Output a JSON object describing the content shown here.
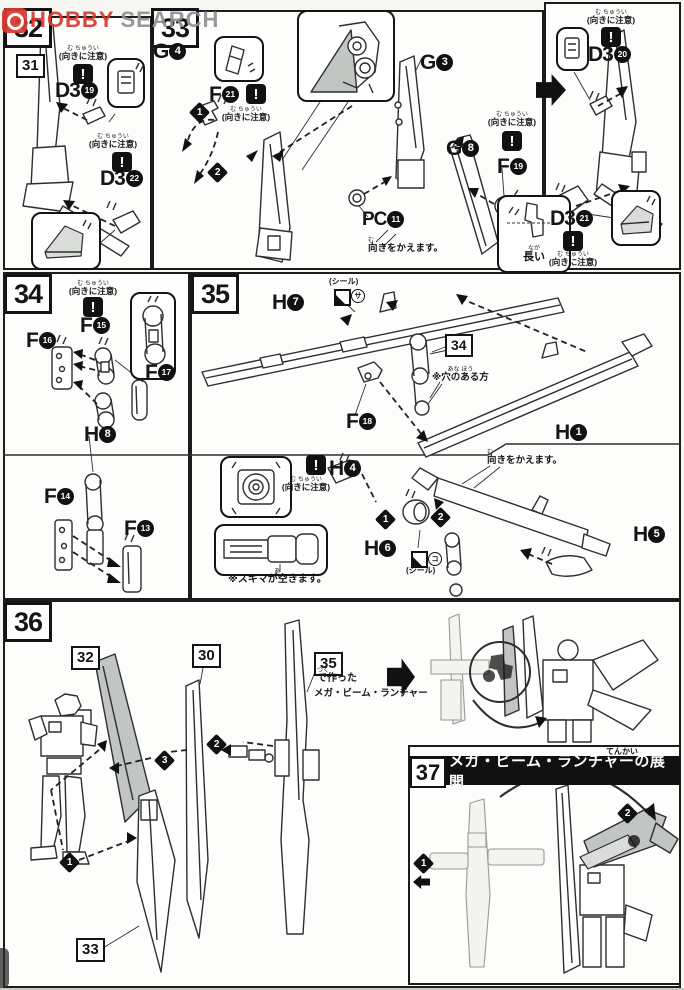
{
  "common": {
    "warn": "!",
    "caution": "(向きに注意)",
    "caution_furigana": "む ちゅうい",
    "seal": "(シール)",
    "reorient": "向きをかえます。",
    "reorient_furigana": "む"
  },
  "watermark": {
    "hobby": "HOBBY",
    "search": "SEARCH"
  },
  "s32": {
    "number": "32",
    "ref31": "31",
    "d3_19": {
      "part": "D3",
      "num": "19"
    },
    "d3_22": {
      "part": "D3",
      "num": "22"
    }
  },
  "s33": {
    "number": "33",
    "g4": {
      "part": "G",
      "num": "4"
    },
    "f21": {
      "part": "F",
      "num": "21"
    },
    "g3": {
      "part": "G",
      "num": "3"
    },
    "g8": {
      "part": "G",
      "num": "8"
    },
    "f19": {
      "part": "F",
      "num": "19"
    },
    "pc11": {
      "part": "PC",
      "num": "11"
    },
    "long": "長い",
    "long_furigana": "なが",
    "step1": "1",
    "step2": "2"
  },
  "s33r": {
    "d3_20": {
      "part": "D3",
      "num": "20"
    },
    "d3_21": {
      "part": "D3",
      "num": "21"
    }
  },
  "s34": {
    "number": "34",
    "f15": {
      "part": "F",
      "num": "15"
    },
    "f16": {
      "part": "F",
      "num": "16"
    },
    "f17": {
      "part": "F",
      "num": "17"
    },
    "h8": {
      "part": "H",
      "num": "8"
    },
    "f14": {
      "part": "F",
      "num": "14"
    },
    "f13": {
      "part": "F",
      "num": "13"
    }
  },
  "s35": {
    "number": "35",
    "ref34": "34",
    "h7": {
      "part": "H",
      "num": "7"
    },
    "f18": {
      "part": "F",
      "num": "18"
    },
    "h1": {
      "part": "H",
      "num": "1"
    },
    "h4": {
      "part": "H",
      "num": "4"
    },
    "h6": {
      "part": "H",
      "num": "6"
    },
    "h5": {
      "part": "H",
      "num": "5"
    },
    "seal_sa": "サ",
    "seal_ko": "コ",
    "hole_note": "※穴のある方",
    "hole_furigana": "あな ほう",
    "gap_note": "※スキマが空きます。",
    "gap_furigana": "あ",
    "step1": "1",
    "step2": "2"
  },
  "s36": {
    "number": "36",
    "ref32": "32",
    "ref30": "30",
    "ref35": "35",
    "ref33": "33",
    "made_with": "で作った",
    "made_furigana": "つく",
    "launcher": "メガ・ビーム・ランチャー",
    "step1": "1",
    "step2": "2",
    "step3": "3"
  },
  "s37": {
    "number": "37",
    "title": "メガ・ビーム・ランチャーの展開",
    "title_furigana": "てんかい",
    "step1": "1",
    "step2": "2"
  }
}
